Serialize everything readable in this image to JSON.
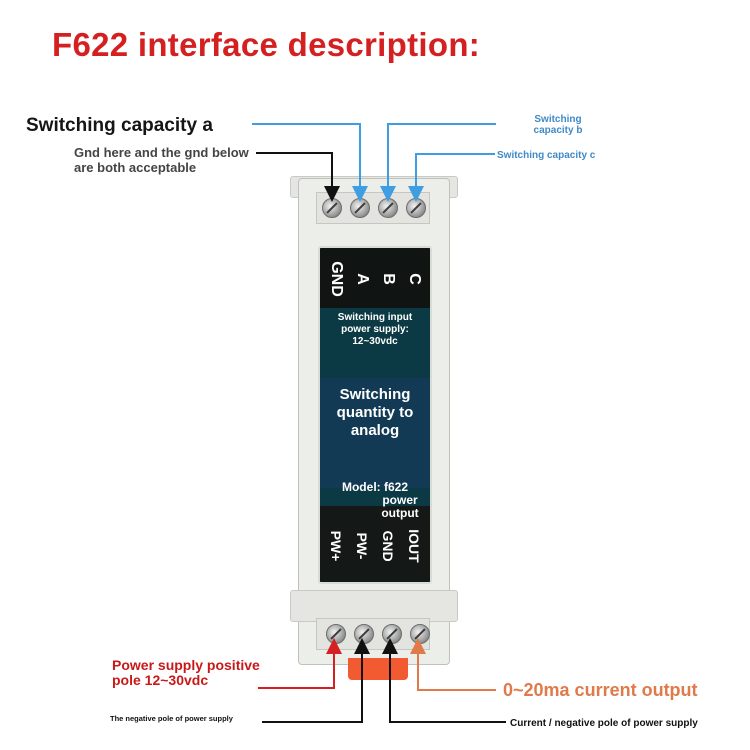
{
  "title": "F622 interface description:",
  "labels": {
    "switch_a": "Switching capacity a",
    "gnd_note": "Gnd here and the gnd below are both acceptable",
    "switch_b": "Switching capacity b",
    "switch_c": "Switching capacity c",
    "power_positive": "Power supply positive pole 12~30vdc",
    "power_negative": "The negative pole of power supply",
    "current_output": "0~20ma current output",
    "current_negative": "Current / negative pole of power supply"
  },
  "device": {
    "top_terminals": [
      "GND",
      "A",
      "B",
      "C"
    ],
    "board_input": "Switching input power supply: 12~30vdc",
    "board_function": "Switching quantity to analog",
    "board_model": "Model: f622",
    "board_power": "power output",
    "bottom_terminals": [
      "PW+",
      "PW-",
      "GND",
      "IOUT"
    ]
  },
  "colors": {
    "title": "#d42020",
    "blue_lines": "#3f9ee2",
    "red_line": "#d42020",
    "orange_line": "#e07a4a",
    "black_line": "#111111"
  }
}
